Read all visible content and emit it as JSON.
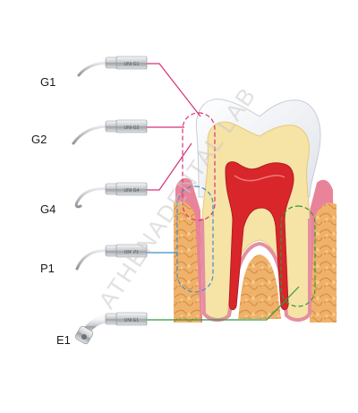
{
  "tips": [
    {
      "label": "G1",
      "engraving": "UNI·G1"
    },
    {
      "label": "G2",
      "engraving": "UNI·G2"
    },
    {
      "label": "G4",
      "engraving": "UNI·G4"
    },
    {
      "label": "P1",
      "engraving": "UNI·P1"
    },
    {
      "label": "E1",
      "engraving": "UNI·E1"
    }
  ],
  "watermark": "ATHENADENTAL LAB",
  "colors": {
    "g1_g2_g4_leader": "#d6317a",
    "p1_leader": "#3c8fc7",
    "e1_leader": "#2f9a3e",
    "enamel": "#f1f3f6",
    "dentin": "#f6e3a6",
    "pulp": "#d8262a",
    "gum": "#e9839a",
    "bone": "#efb26b"
  }
}
